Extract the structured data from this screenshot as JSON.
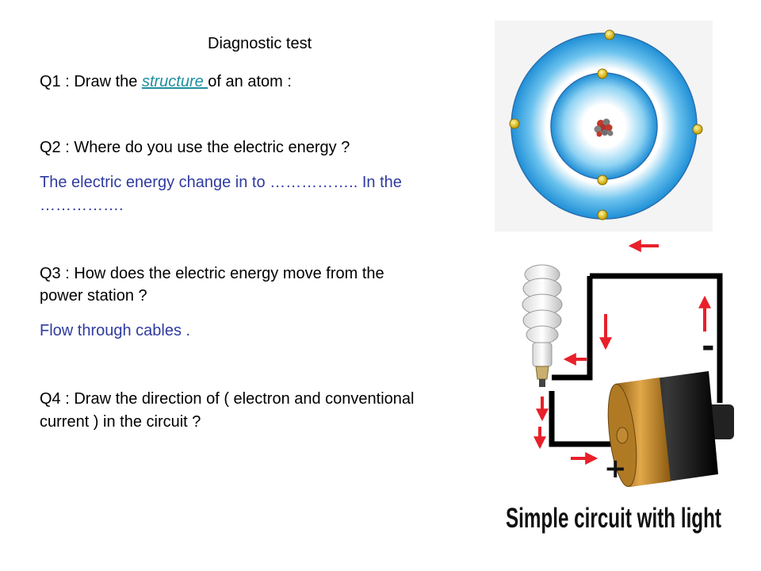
{
  "title": "Diagnostic test",
  "q1": {
    "prefix": "Q1 : Draw the ",
    "link": "structure ",
    "suffix": "of an atom :"
  },
  "q2": {
    "question": "Q2 : Where do you use the electric energy ?",
    "answer_line1": "The electric energy change in to …………….. In the",
    "answer_line2": "……………."
  },
  "q3": {
    "line1": "Q3 : How does the electric energy move from the",
    "line2": "power station ?",
    "answer": "Flow through cables ."
  },
  "q4": {
    "line1": "Q4 : Draw the direction of ( electron and conventional",
    "line2": "current ) in the circuit ?"
  },
  "circuit": {
    "caption": "Simple circuit with light",
    "minus_sign": "-",
    "plus_sign": "+"
  },
  "colors": {
    "answer_blue": "#2f3ba0",
    "link_teal": "#1f8fa0",
    "arrow_red": "#e8202a"
  }
}
